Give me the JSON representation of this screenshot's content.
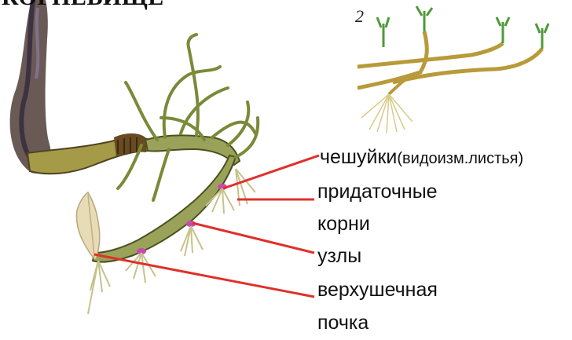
{
  "heading_fragment": "КОРНЕВИЩЕ",
  "figure_number": "2",
  "labels": {
    "scales_main": "чешуйки",
    "scales_note": "(видоизм.листья)",
    "roots_line1": "придаточные",
    "roots_line2": "корни",
    "nodes": "узлы",
    "bud_line1": "верхушечная",
    "bud_line2": "почка"
  },
  "colors": {
    "pointer_line": "#e0302a",
    "rhizome": "#9aa25a",
    "stem_dark": "#5a4a2a",
    "roots": "#c7c28a",
    "bud": "#e8dcb8",
    "sprout": "#4f9a3a"
  }
}
